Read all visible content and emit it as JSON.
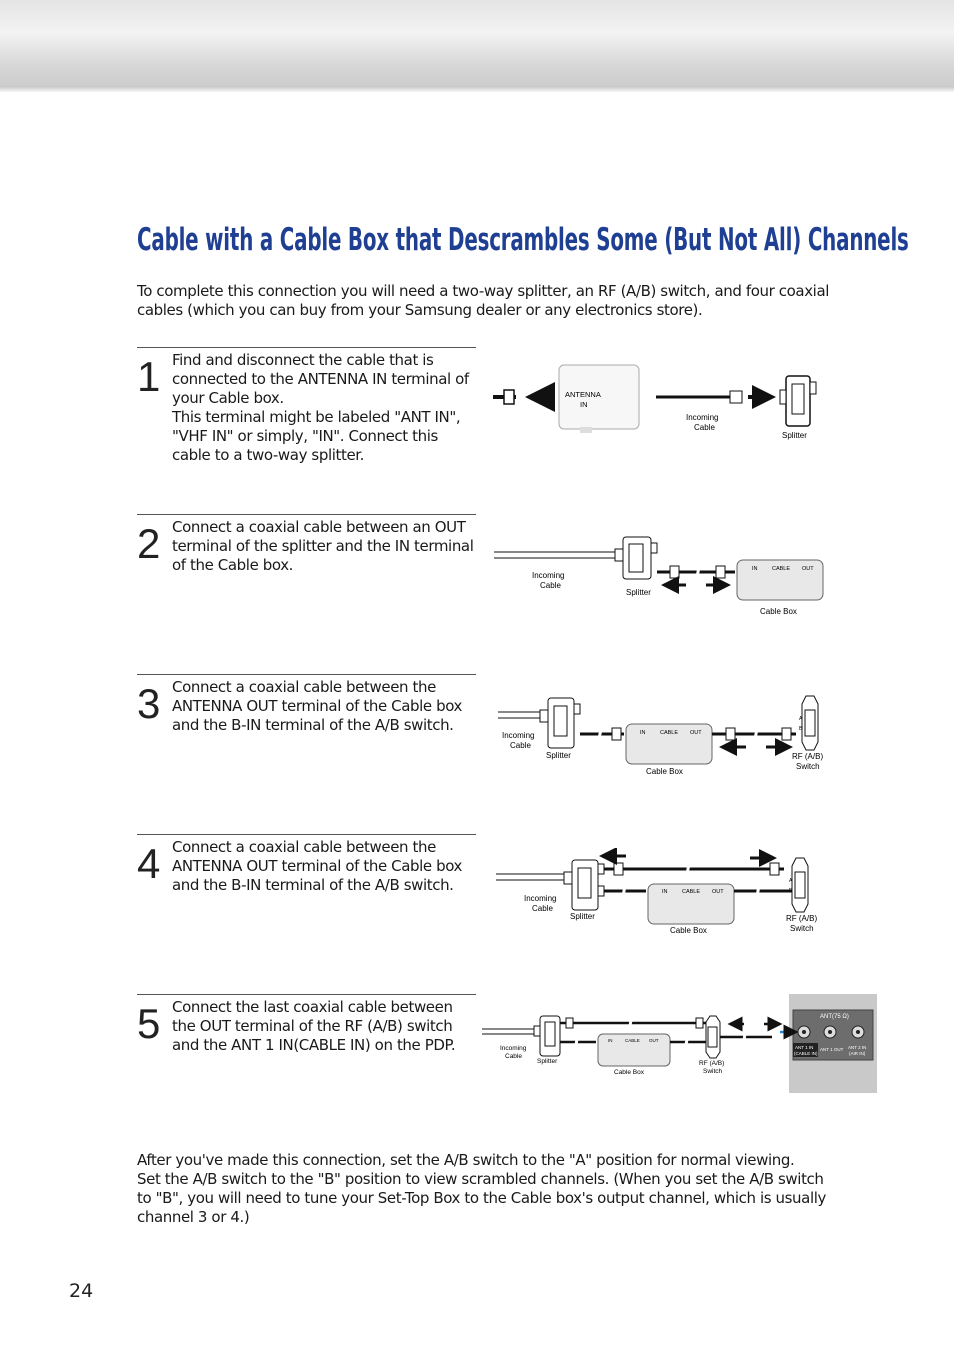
{
  "page": {
    "title": "Cable with a Cable Box that Descrambles Some (But Not All) Channels",
    "intro": "To complete this connection you will need a two-way splitter, an RF (A/B) switch, and four coaxial cables (which you can buy from your Samsung dealer or any electronics store).",
    "page_number": "24"
  },
  "steps": [
    {
      "number": "1",
      "text": "Find and disconnect the cable that is connected to the ANTENNA IN terminal of your Cable box.\nThis terminal might be labeled \"ANT IN\", \"VHF IN\" or simply, \"IN\". Connect this cable to a two-way splitter."
    },
    {
      "number": "2",
      "text": "Connect a coaxial cable between an OUT terminal of the splitter and the IN terminal of the Cable box."
    },
    {
      "number": "3",
      "text": "Connect a coaxial cable between the ANTENNA OUT terminal of the Cable box and the B-IN terminal of the A/B switch."
    },
    {
      "number": "4",
      "text": "Connect a coaxial cable between the ANTENNA OUT terminal of the Cable box and the B-IN terminal of the A/B switch."
    },
    {
      "number": "5",
      "text": "Connect the last coaxial cable between the OUT terminal of the RF (A/B) switch and the ANT 1 IN(CABLE IN) on the PDP."
    }
  ],
  "diagram_labels": {
    "antenna_in_1": "ANTENNA",
    "antenna_in_2": "IN",
    "incoming": "Incoming",
    "cable": "Cable",
    "splitter": "Splitter",
    "cable_box": "Cable Box",
    "in": "IN",
    "cable_upper": "CABLE",
    "out": "OUT",
    "rf_ab": "RF (A/B)",
    "switch": "Switch",
    "a": "A",
    "b": "B",
    "ant_panel_title": "ANT(75 Ω)",
    "ant1_in": "ANT 1 IN",
    "cable_in": "(CABLE IN)",
    "ant1_out": "ANT 1 OUT",
    "ant2_in": "ANT 2 IN",
    "air_in": "(AIR IN)"
  },
  "outro": [
    "After you've made this connection, set the A/B switch to the \"A\" position for normal viewing.",
    "Set the A/B switch to the \"B\" position to view scrambled channels. (When you set the A/B switch to \"B\", you will need to tune your Set-Top Box to the Cable box's output channel, which is usually channel 3 or 4.)"
  ]
}
